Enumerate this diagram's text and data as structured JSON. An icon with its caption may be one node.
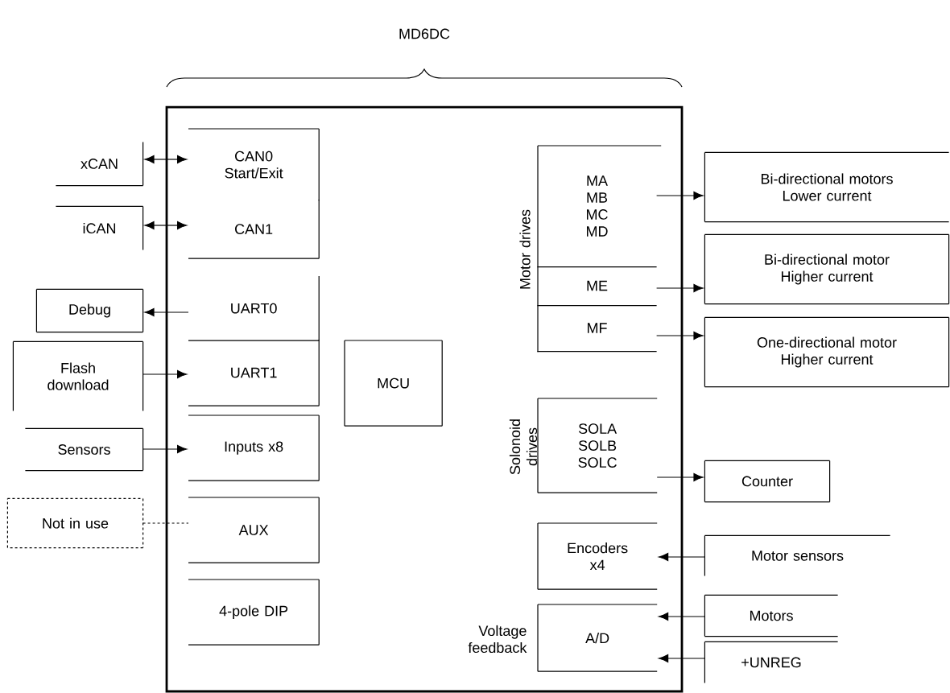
{
  "diagram": {
    "nodes": [
      {
        "text": [
          "MD6DC"
        ]
      },
      {
        "text": [
          "CAN0",
          "Start/Exit"
        ],
        "in": 0
      },
      {
        "text": [
          "CAN1"
        ],
        "in": 0
      },
      {
        "text": [
          "UART0"
        ],
        "in": 0
      },
      {
        "text": [
          "UART1"
        ],
        "in": 0
      },
      {
        "text": [
          "Inputs x8"
        ],
        "in": 0
      },
      {
        "text": [
          "AUX"
        ],
        "in": 0
      },
      {
        "text": [
          "4-pole DIP"
        ],
        "in": 0
      },
      {
        "text": [
          "MCU"
        ],
        "in": 0
      },
      {
        "text": [
          "Motor drives"
        ],
        "in": 0
      },
      {
        "text": [
          "MA MB MC MD"
        ],
        "in": 9
      },
      {
        "text": [
          "ME"
        ],
        "in": 9
      },
      {
        "text": [
          "MF"
        ],
        "in": 9
      },
      {
        "text": [
          "Solonoid drives",
          "SOLA SOLB SOLC"
        ],
        "in": 0
      },
      {
        "text": [
          "Encoders x4"
        ],
        "in": 0
      },
      {
        "text": [
          "A/D"
        ],
        "in": 0,
        "beside": [
          "Voltage feedback"
        ]
      },
      {
        "text": [
          "xCAN"
        ]
      },
      {
        "text": [
          "iCAN"
        ]
      },
      {
        "text": [
          "Debug"
        ]
      },
      {
        "text": [
          "Flash download"
        ]
      },
      {
        "text": [
          "Sensors"
        ]
      },
      {
        "text": [
          "Not in use"
        ]
      },
      {
        "text": [
          "Bi-directional motors",
          "Lower current"
        ]
      },
      {
        "text": [
          "Bi-directional motor",
          "Higher current"
        ]
      },
      {
        "text": [
          "One-directional motor",
          "Higher current"
        ]
      },
      {
        "text": [
          "Counter"
        ]
      },
      {
        "text": [
          "Motor sensors"
        ]
      },
      {
        "text": [
          "Motors"
        ]
      },
      {
        "text": [
          "+UNREG"
        ]
      }
    ],
    "edges": [
      {
        "from": 16,
        "to": 1,
        "arrow": "both"
      },
      {
        "from": 17,
        "to": 2,
        "arrow": "both"
      },
      {
        "from": 3,
        "to": 18,
        "arrow": "to"
      },
      {
        "from": 19,
        "to": 4,
        "arrow": "to"
      },
      {
        "from": 20,
        "to": 5,
        "arrow": "to"
      },
      {
        "from": 21,
        "to": 6,
        "arrow": "none",
        "style": "dashed"
      },
      {
        "from": 10,
        "to": 22,
        "arrow": "to"
      },
      {
        "from": 11,
        "to": 23,
        "arrow": "to"
      },
      {
        "from": 12,
        "to": 24,
        "arrow": "to"
      },
      {
        "from": 13,
        "to": 25,
        "arrow": "to"
      },
      {
        "from": 26,
        "to": 14,
        "arrow": "to"
      },
      {
        "from": 27,
        "to": 15,
        "arrow": "to"
      },
      {
        "from": 28,
        "to": 15,
        "arrow": "to"
      }
    ]
  }
}
